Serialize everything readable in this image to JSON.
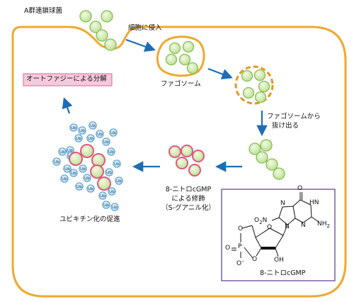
{
  "labels": {
    "bacteria": "A群連鎖球菌",
    "invasion": "細胞に侵入",
    "phagosome": "ファゴソーム",
    "escape_line1": "ファゴソームから",
    "escape_line2": "抜け出る",
    "nitro_line1": "8-ニトロcGMP",
    "nitro_line2": "による修飾",
    "nitro_line3": "（S-グアニル化）",
    "ubiquitin_promotion": "ユビキチン化の促進",
    "autophagy": "オートファジーによる分解",
    "compound_name": "8-ニトロcGMP"
  },
  "ub_tag": "Ub",
  "molecule": {
    "o_top": "O",
    "n7": "N",
    "hn1": "HN",
    "n9": "N",
    "n3": "N",
    "nh2": "NH",
    "nh2_sub": "2",
    "no2": "O",
    "no2_sub": "2",
    "no2_n": "N",
    "ring_o": "O",
    "o5": "O",
    "o3": "O",
    "p": "P",
    "p_o": "O",
    "o_minus": "O",
    "minus": "–",
    "oh": "OH"
  },
  "colors": {
    "cell_membrane": "#F0A830",
    "phagosome_border": "#E8961E",
    "bacterium_fill": "#C9E7A0",
    "bacterium_edge": "#86BE55",
    "modified_edge": "#E0577E",
    "ub_fill": "#BFE1F6",
    "ub_edge": "#3D8FCB",
    "arrow": "#1D6DB5",
    "autophagy_box": "#F7C9DC",
    "autophagy_edge": "#D9678F",
    "molecule_box": "#7B5EA8"
  }
}
